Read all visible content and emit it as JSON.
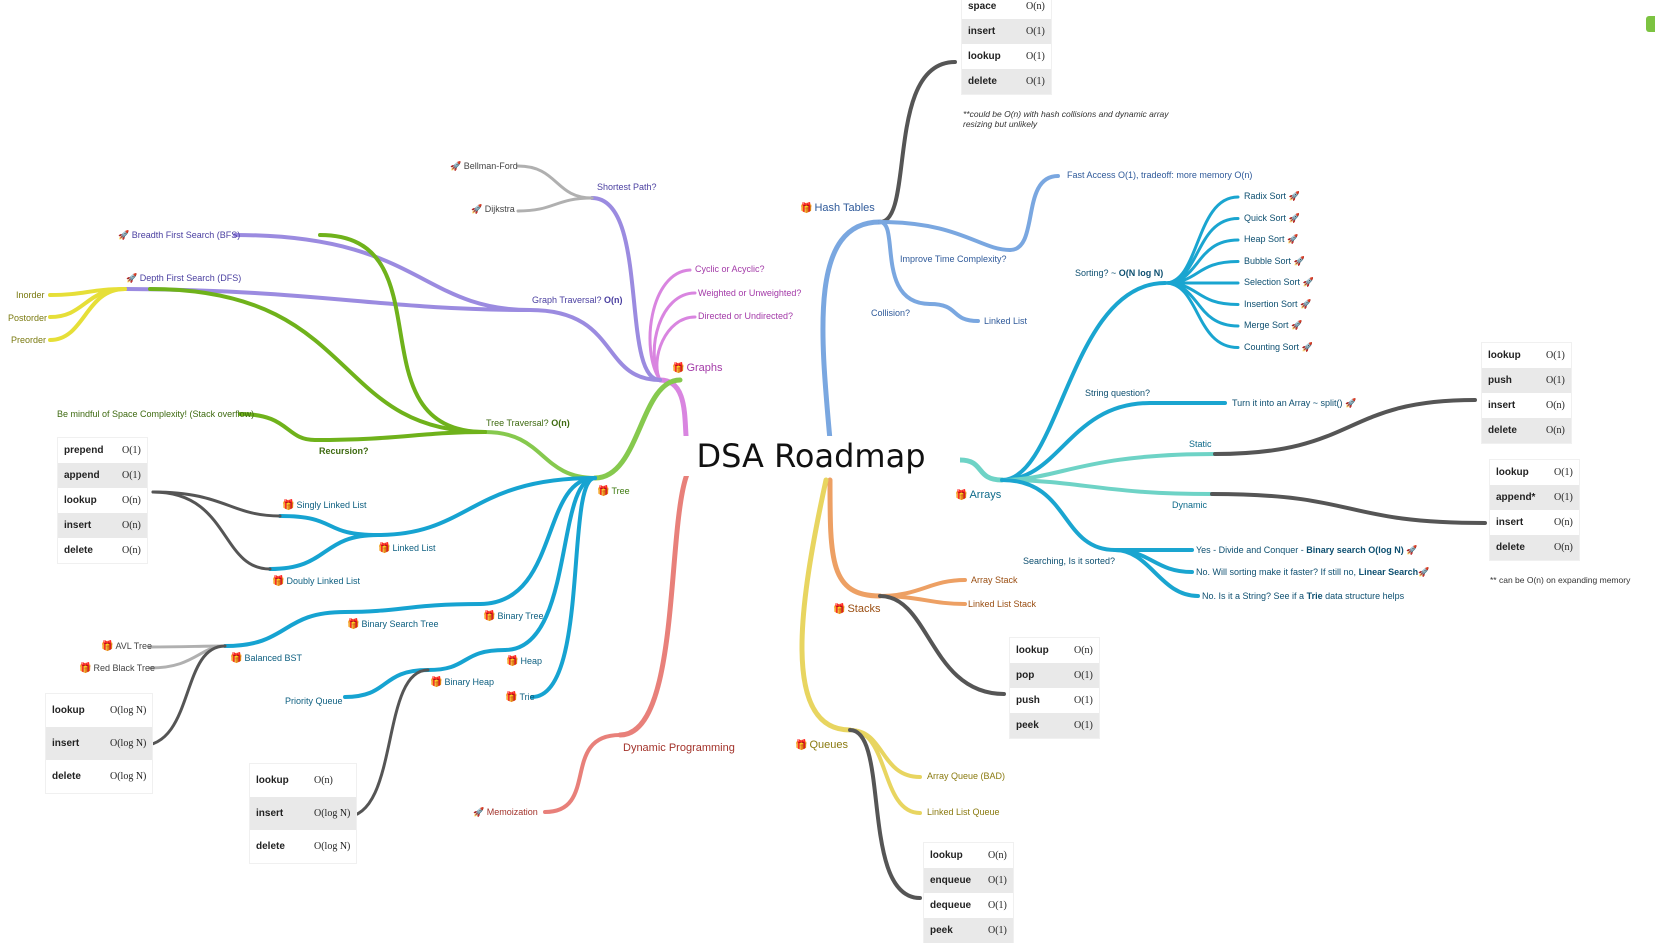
{
  "title": "DSA Roadmap",
  "icons": {
    "gift": "gift-icon",
    "rocket": "rocket-icon"
  },
  "colors": {
    "graphs": "#d985e0",
    "tree": "#86c94e",
    "dp": "#e8807a",
    "hash": "#7aa7e0",
    "arrays": "#1aa5d0",
    "stacks": "#eda064",
    "queues": "#e8d560",
    "traversal": "#9b8be0",
    "recursion": "#6fb21b",
    "trees_blue": "#16a3d1",
    "yellow": "#e6df38",
    "gray": "#b0b0b0",
    "dark": "#555555"
  },
  "hash_tables": {
    "label": "Hash Tables",
    "complexity": [
      [
        "space",
        "O(n)"
      ],
      [
        "insert",
        "O(1)"
      ],
      [
        "lookup",
        "O(1)"
      ],
      [
        "delete",
        "O(1)"
      ]
    ],
    "note": [
      "**could be O(n) with hash collisions and dynamic array",
      "resizing but unlikely"
    ],
    "improve": "Improve Time Complexity?",
    "fast_access": "Fast Access O(1), tradeoff: more memory O(n)",
    "collision": "Collision?",
    "linked_list": "Linked List"
  },
  "arrays": {
    "label": "Arrays",
    "sorting_q": "Sorting? ~",
    "sorting_bold": "O(N log N)",
    "sorts": [
      "Radix Sort",
      "Quick Sort",
      "Heap Sort",
      "Bubble Sort",
      "Selection Sort",
      "Insertion Sort",
      "Merge Sort",
      "Counting Sort"
    ],
    "string_q": "String question?",
    "string_a": "Turn it into an Array ~ split()",
    "static": "Static",
    "dynamic": "Dynamic",
    "static_table": [
      [
        "lookup",
        "O(1)"
      ],
      [
        "push",
        "O(1)"
      ],
      [
        "insert",
        "O(n)"
      ],
      [
        "delete",
        "O(n)"
      ]
    ],
    "dynamic_table": [
      [
        "lookup",
        "O(1)"
      ],
      [
        "append*",
        "O(1)"
      ],
      [
        "insert",
        "O(n)"
      ],
      [
        "delete",
        "O(n)"
      ]
    ],
    "dynamic_note": "** can be O(n) on expanding memory",
    "search_q": "Searching, Is it sorted?",
    "search_yes_pre": "Yes - Divide and Conquer -",
    "search_yes_bold": "Binary search O(log N)",
    "search_no1_pre": "No. Will sorting make it faster? If still no,",
    "search_no1_bold": "Linear Search",
    "search_no2_pre": "No. Is it a String? See if a",
    "search_no2_bold": "Trie",
    "search_no2_post": "data structure helps"
  },
  "stacks": {
    "label": "Stacks",
    "array_stack": "Array Stack",
    "linked_list_stack": "Linked List Stack",
    "table": [
      [
        "lookup",
        "O(n)"
      ],
      [
        "pop",
        "O(1)"
      ],
      [
        "push",
        "O(1)"
      ],
      [
        "peek",
        "O(1)"
      ]
    ]
  },
  "queues": {
    "label": "Queues",
    "array_queue": "Array Queue (BAD)",
    "linked_list_queue": "Linked List Queue",
    "table": [
      [
        "lookup",
        "O(n)"
      ],
      [
        "enqueue",
        "O(1)"
      ],
      [
        "dequeue",
        "O(1)"
      ],
      [
        "peek",
        "O(1)"
      ]
    ]
  },
  "dp": {
    "label": "Dynamic Programming",
    "memoization": "Memoization"
  },
  "graphs": {
    "label": "Graphs",
    "cyclic": "Cyclic or Acyclic?",
    "weighted": "Weighted or Unweighted?",
    "directed": "Directed or Undirected?",
    "shortest": "Shortest Path?",
    "bellman": "Bellman-Ford",
    "dijkstra": "Dijkstra",
    "traversal": "Graph Traversal?",
    "traversal_bold": "O(n)",
    "bfs": "Breadth First Search (BFS)",
    "dfs": "Depth First Search (DFS)",
    "inorder": "Inorder",
    "postorder": "Postorder",
    "preorder": "Preorder"
  },
  "tree": {
    "label": "Tree",
    "traversal": "Tree Traversal?",
    "traversal_bold": "O(n)",
    "recursion": "Recursion?",
    "space_note": "Be mindful of Space Complexity! (Stack overflow)",
    "linked_list": "Linked List",
    "singly": "Singly Linked List",
    "doubly": "Doubly Linked List",
    "ll_table": [
      [
        "prepend",
        "O(1)"
      ],
      [
        "append",
        "O(1)"
      ],
      [
        "lookup",
        "O(n)"
      ],
      [
        "insert",
        "O(n)"
      ],
      [
        "delete",
        "O(n)"
      ]
    ],
    "binary_tree": "Binary Tree",
    "bst": "Binary Search Tree",
    "balanced": "Balanced BST",
    "avl": "AVL Tree",
    "red_black": "Red Black Tree",
    "bst_table": [
      [
        "lookup",
        "O(log N)"
      ],
      [
        "insert",
        "O(log N)"
      ],
      [
        "delete",
        "O(log N)"
      ]
    ],
    "heap": "Heap",
    "binary_heap": "Binary Heap",
    "priority_queue": "Priority Queue",
    "heap_table": [
      [
        "lookup",
        "O(n)"
      ],
      [
        "insert",
        "O(log N)"
      ],
      [
        "delete",
        "O(log N)"
      ]
    ],
    "trie": "Trie"
  }
}
